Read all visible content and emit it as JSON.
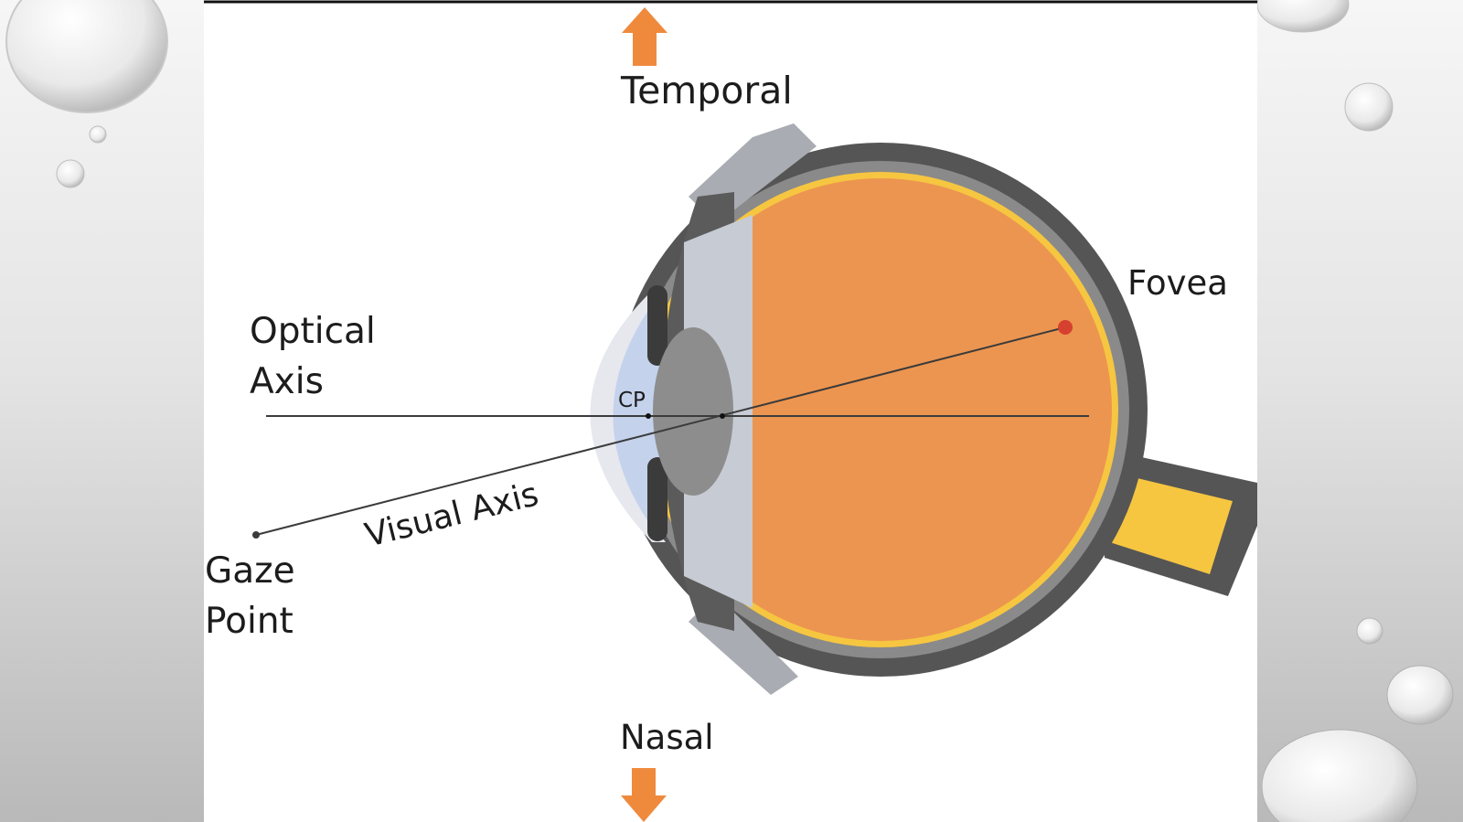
{
  "diagram": {
    "labels": {
      "temporal": "Temporal",
      "nasal": "Nasal",
      "optical_axis_line1": "Optical",
      "optical_axis_line2": "Axis",
      "visual_axis": "Visual Axis",
      "gaze_point_line1": "Gaze",
      "gaze_point_line2": "Point",
      "fovea": "Fovea",
      "cp": "CP"
    },
    "colors": {
      "arrow": "#ef8a3d",
      "vitreous": "#ec9550",
      "retina": "#f6c641",
      "sclera": "#5b5b5b",
      "cornea": "#c4d2ec",
      "lens": "#8d8d8d",
      "axis_line": "#3b3b3b",
      "fovea_point": "#d6402f"
    }
  }
}
